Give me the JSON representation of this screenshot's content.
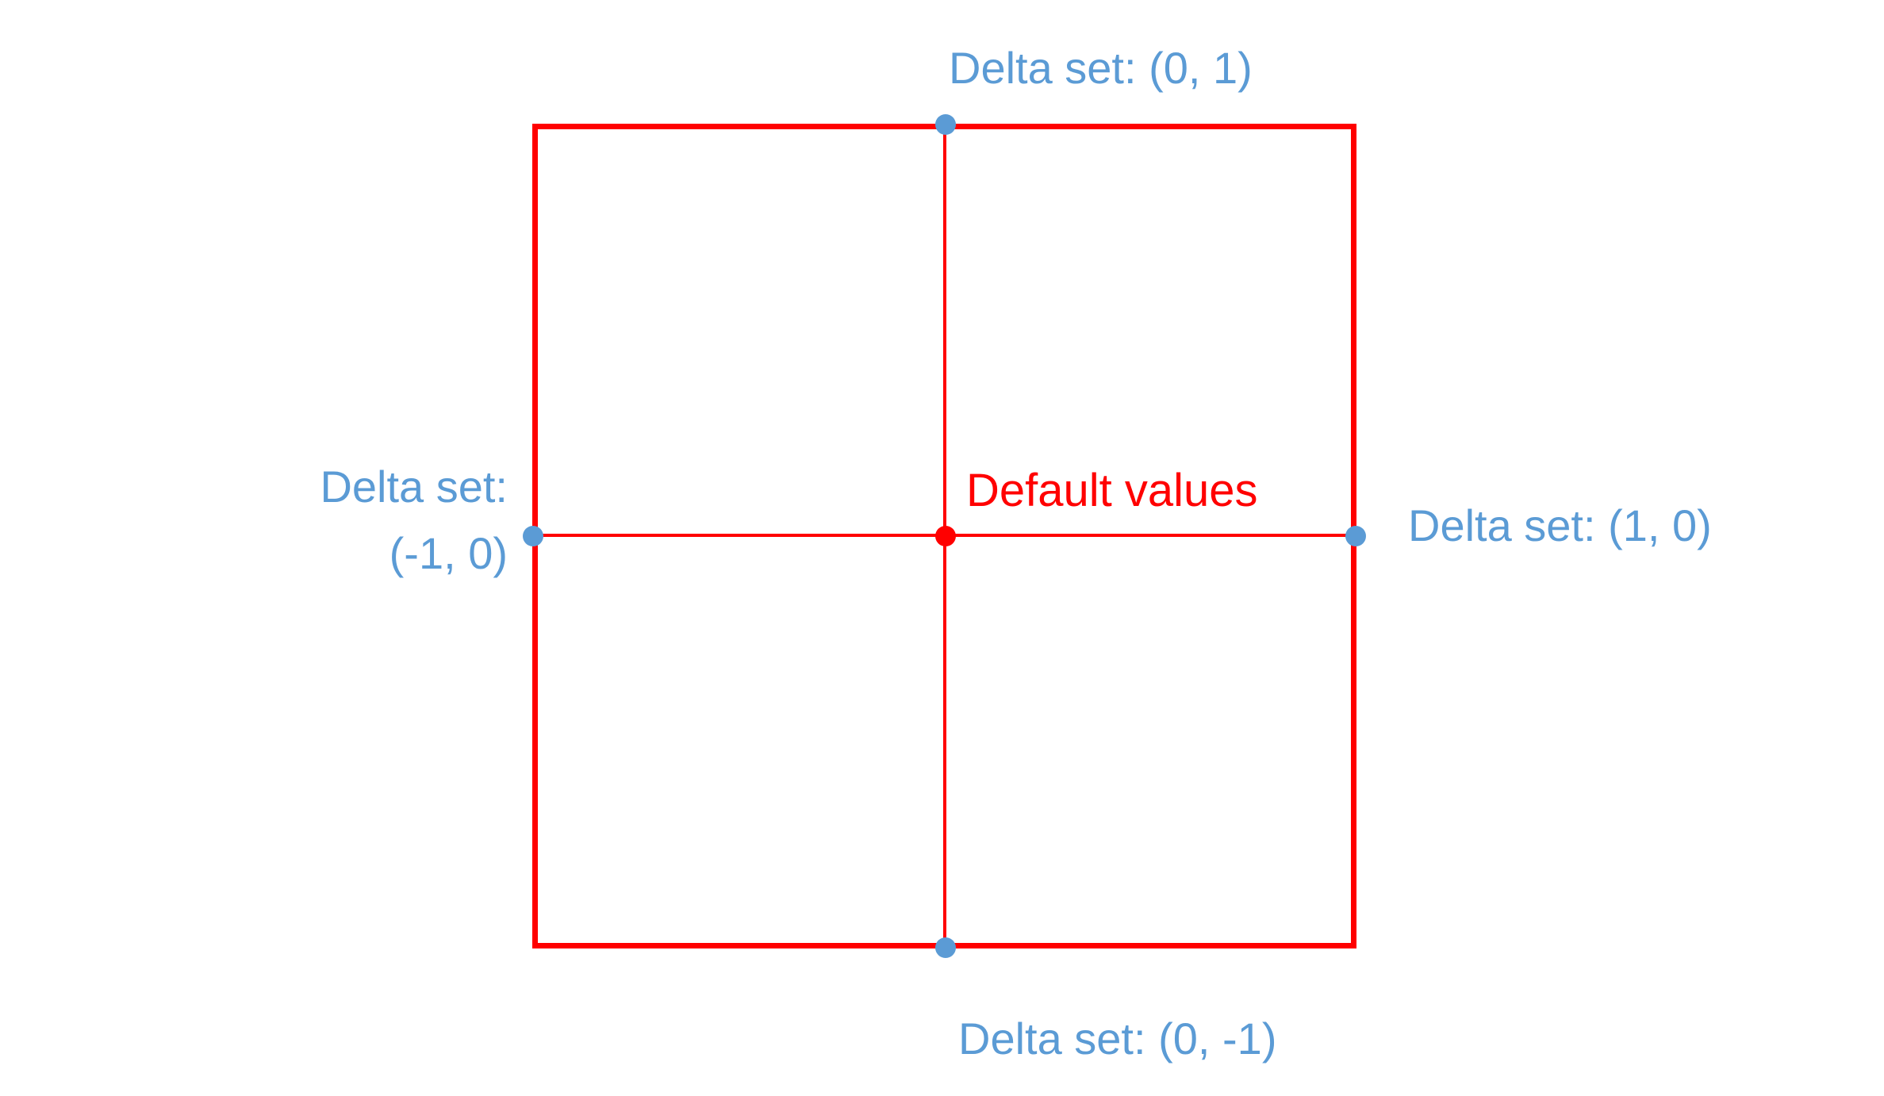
{
  "diagram": {
    "background": "#FFFFFF",
    "colors": {
      "line_red": "#FF0000",
      "point_blue": "#5B9BD5"
    },
    "center_label": "Default values",
    "points": {
      "top": {
        "label": "Delta set: (0, 1)"
      },
      "right": {
        "label": "Delta set: (1, 0)"
      },
      "bottom": {
        "label": "Delta set: (0, -1)"
      },
      "left": {
        "label_line1": "Delta set:",
        "label_line2": "(-1, 0)"
      }
    }
  }
}
